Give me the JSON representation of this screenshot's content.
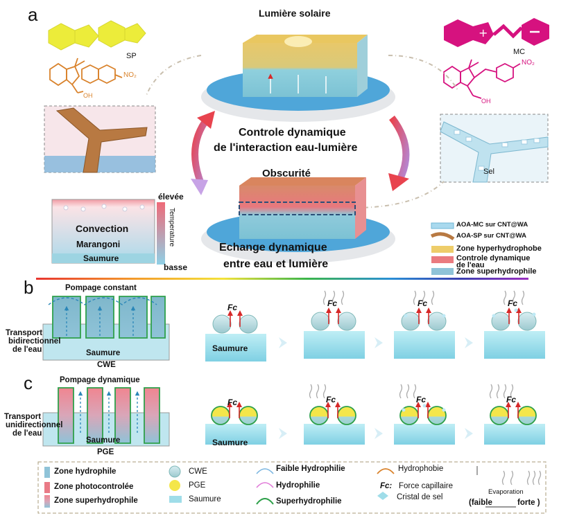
{
  "panels": {
    "a": "a",
    "b": "b",
    "c": "c"
  },
  "top": {
    "sun": "Lumière solaire",
    "center_line1": "Controle dynamique",
    "center_line2": "de l'interaction eau-lumière",
    "dark": "Obscurité",
    "exchange_line1": "Echange dynamique",
    "exchange_line2": "entre eau et lumière",
    "sp": "SP",
    "mc": "MC",
    "no2_left": "NO₂",
    "no2_right": "NO₂",
    "oh_left": "OH",
    "oh_right": "OH",
    "sel": "Sel",
    "convection": "Convection",
    "marangoni": "Marangoni",
    "saumure": "Saumure",
    "temperature": "Temperature",
    "elevee": "élevée",
    "basse": "basse"
  },
  "legend_a": [
    {
      "label": "AOA-MC sur CNT@WA"
    },
    {
      "label": "AOA-SP sur CNT@WA"
    },
    {
      "label": "Zone hyperhydrophobe"
    },
    {
      "label": "Controle dynamique de l'eau"
    },
    {
      "label": "Zone superhydrophile"
    }
  ],
  "panel_b": {
    "pumping": "Pompage constant",
    "transport_1": "Transport",
    "transport_2": "bidirectionnel",
    "transport_3": "de l'eau",
    "saumure": "Saumure",
    "name": "CWE",
    "saumure2": "Saumure",
    "fc": "Fc"
  },
  "panel_c": {
    "pumping": "Pompage dynamique",
    "transport_1": "Transport",
    "transport_2": "unidirectionnel",
    "transport_3": "de l'eau",
    "saumure": "Saumure",
    "name": "PGE",
    "saumure2": "Saumure",
    "fc": "Fc"
  },
  "legend_bottom": {
    "hydrophile": "Zone hydrophile",
    "photocontrolee": "Zone photocontrolée",
    "superhydrophile_zone": "Zone superhydrophile",
    "cwe": "CWE",
    "pge": "PGE",
    "saumure": "Saumure",
    "faible_hydrophilie": "Faible Hydrophilie",
    "hydrophilie": "Hydrophilie",
    "superhydrophilie": "Superhydrophilie",
    "hydrophobie": "Hydrophobie",
    "fc_key": "Fc:",
    "fc_text": "Force capillaire",
    "cristal": "Cristal de sel",
    "evaporation": "Evaporation",
    "faible": "(faible",
    "forte": "forte )"
  },
  "colors": {
    "hydrophile": "#8fc3d8",
    "photo": "#e97a86",
    "yellow": "#f2dd4a",
    "magenta": "#d6127f",
    "orange": "#d9822b",
    "green": "#2ea04a",
    "pink": "#e07ad8",
    "saumure": "#9fdde9"
  }
}
